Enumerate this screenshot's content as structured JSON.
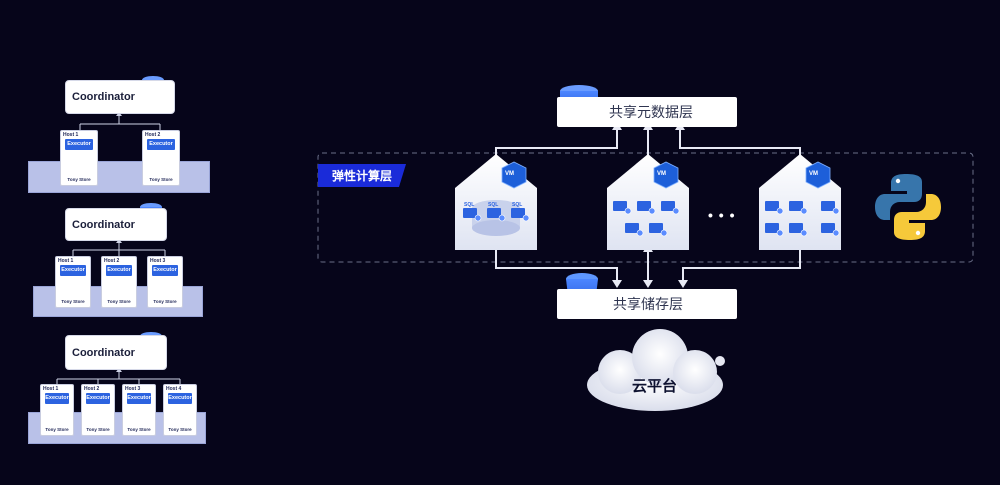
{
  "left_panel": {
    "clusters": [
      {
        "coordinator": "Coordinator",
        "hosts": [
          {
            "host": "Host 1",
            "executor": "Executor",
            "storage": "Tony Store"
          },
          {
            "host": "Host 2",
            "executor": "Executor",
            "storage": "Tony Store"
          }
        ]
      },
      {
        "coordinator": "Coordinator",
        "hosts": [
          {
            "host": "Host 1",
            "executor": "Executor",
            "storage": "Tony Store"
          },
          {
            "host": "Host 2",
            "executor": "Executor",
            "storage": "Tony Store"
          },
          {
            "host": "Host 3",
            "executor": "Executor",
            "storage": "Tony Store"
          }
        ]
      },
      {
        "coordinator": "Coordinator",
        "hosts": [
          {
            "host": "Host 1",
            "executor": "Executor",
            "storage": "Tony Store"
          },
          {
            "host": "Host 2",
            "executor": "Executor",
            "storage": "Tony Store"
          },
          {
            "host": "Host 3",
            "executor": "Executor",
            "storage": "Tony Store"
          },
          {
            "host": "Host 4",
            "executor": "Executor",
            "storage": "Tony Store"
          }
        ]
      }
    ]
  },
  "right_panel": {
    "metadata_layer": "共享元数据层",
    "compute_layer": "弹性计算层",
    "storage_layer": "共享储存层",
    "cloud_platform": "云平台",
    "vm_badge": "VM",
    "sql_label": "SQL",
    "ellipsis": "• • •",
    "icons": [
      "database-icon",
      "bucket-icon",
      "python-logo-icon",
      "cloud-icon"
    ]
  },
  "colors": {
    "background": "#06051a",
    "accent_blue": "#1a2bd9",
    "node_blue": "#2c63e0"
  }
}
